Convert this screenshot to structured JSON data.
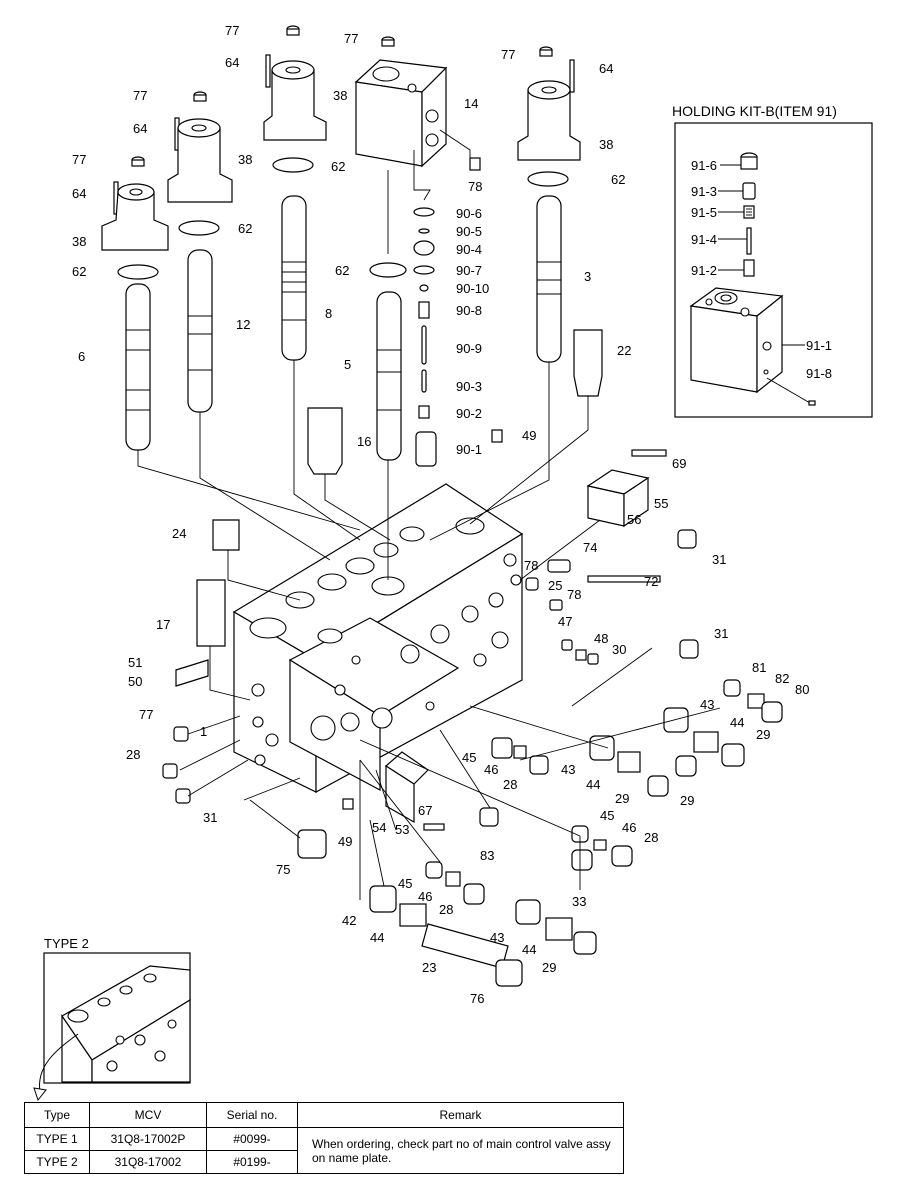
{
  "holding_kit": {
    "title": "HOLDING KIT-B(ITEM 91)",
    "labels": [
      "91-6",
      "91-3",
      "91-5",
      "91-4",
      "91-2",
      "91-1",
      "91-8"
    ]
  },
  "inset": {
    "title": "TYPE 2"
  },
  "callouts": [
    "77",
    "64",
    "38",
    "62",
    "77",
    "64",
    "38",
    "62",
    "77",
    "64",
    "38",
    "62",
    "77",
    "14",
    "78",
    "90-6",
    "90-5",
    "90-4",
    "90-7",
    "90-10",
    "90-8",
    "90-9",
    "90-3",
    "90-2",
    "90-1",
    "62",
    "5",
    "77",
    "64",
    "38",
    "62",
    "3",
    "22",
    "6",
    "12",
    "8",
    "16",
    "49",
    "69",
    "55",
    "56",
    "24",
    "17",
    "51",
    "50",
    "74",
    "78",
    "25",
    "78",
    "72",
    "31",
    "47",
    "48",
    "30",
    "31",
    "77",
    "1",
    "28",
    "31",
    "81",
    "82",
    "80",
    "43",
    "44",
    "29",
    "45",
    "46",
    "28",
    "43",
    "44",
    "29",
    "29",
    "67",
    "54",
    "53",
    "49",
    "75",
    "83",
    "45",
    "46",
    "28",
    "33",
    "45",
    "46",
    "28",
    "42",
    "44",
    "43",
    "44",
    "29",
    "23",
    "76"
  ],
  "table": {
    "headers": [
      "Type",
      "MCV",
      "Serial no.",
      "Remark"
    ],
    "rows": [
      {
        "type": "TYPE 1",
        "mcv": "31Q8-17002P",
        "serial": "#0099-"
      },
      {
        "type": "TYPE 2",
        "mcv": "31Q8-17002",
        "serial": "#0199-"
      }
    ],
    "remark": "When ordering, check part no of main control valve assy on name plate."
  }
}
